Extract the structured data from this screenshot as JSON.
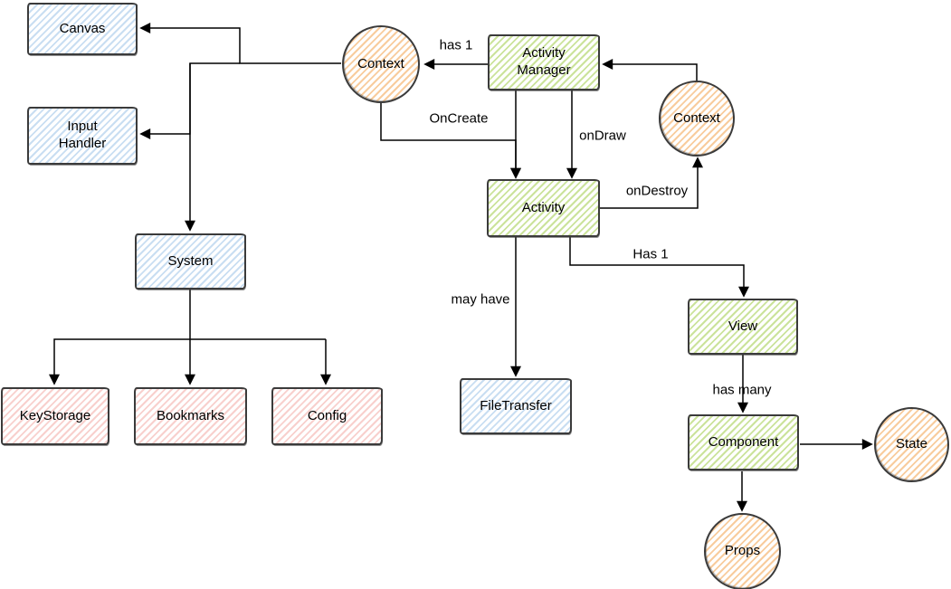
{
  "diagram": {
    "nodes": {
      "canvas": {
        "label": "Canvas",
        "shape": "rectangle",
        "fill": "blue"
      },
      "input_handler": {
        "label": "Input\nHandler",
        "shape": "rectangle",
        "fill": "blue"
      },
      "system": {
        "label": "System",
        "shape": "rectangle",
        "fill": "blue"
      },
      "keystorage": {
        "label": "KeyStorage",
        "shape": "rectangle",
        "fill": "red"
      },
      "bookmarks": {
        "label": "Bookmarks",
        "shape": "rectangle",
        "fill": "red"
      },
      "config": {
        "label": "Config",
        "shape": "rectangle",
        "fill": "red"
      },
      "context_left": {
        "label": "Context",
        "shape": "circle",
        "fill": "orange"
      },
      "context_right": {
        "label": "Context",
        "shape": "circle",
        "fill": "orange"
      },
      "activity_manager": {
        "label": "Activity\nManager",
        "shape": "rectangle",
        "fill": "green"
      },
      "activity": {
        "label": "Activity",
        "shape": "rectangle",
        "fill": "green"
      },
      "filetransfer": {
        "label": "FileTransfer",
        "shape": "rectangle",
        "fill": "blue"
      },
      "view": {
        "label": "View",
        "shape": "rectangle",
        "fill": "green"
      },
      "component": {
        "label": "Component",
        "shape": "rectangle",
        "fill": "green"
      },
      "state": {
        "label": "State",
        "shape": "circle",
        "fill": "orange"
      },
      "props": {
        "label": "Props",
        "shape": "circle",
        "fill": "orange"
      }
    },
    "edge_labels": {
      "has_1_context": "has 1",
      "on_create": "OnCreate",
      "on_draw": "onDraw",
      "on_destroy": "onDestroy",
      "may_have": "may have",
      "has_1_view": "Has 1",
      "has_many": "has many"
    },
    "edges": [
      {
        "from": "activity_manager",
        "to": "context_left",
        "label": "has 1"
      },
      {
        "from": "context_right",
        "to": "activity_manager",
        "label": ""
      },
      {
        "from": "context_left",
        "to": "activity",
        "label": "OnCreate"
      },
      {
        "from": "activity_manager",
        "to": "activity",
        "label": ""
      },
      {
        "from": "activity_manager",
        "to": "activity",
        "label": "onDraw"
      },
      {
        "from": "activity",
        "to": "context_right",
        "label": "onDestroy"
      },
      {
        "from": "activity",
        "to": "filetransfer",
        "label": "may have"
      },
      {
        "from": "activity",
        "to": "view",
        "label": "Has 1"
      },
      {
        "from": "view",
        "to": "component",
        "label": "has many"
      },
      {
        "from": "component",
        "to": "state",
        "label": ""
      },
      {
        "from": "component",
        "to": "props",
        "label": ""
      },
      {
        "from": "context_left",
        "to": "canvas",
        "label": ""
      },
      {
        "from": "context_left",
        "to": "input_handler",
        "label": ""
      },
      {
        "from": "context_left",
        "to": "system",
        "label": ""
      },
      {
        "from": "system",
        "to": "keystorage",
        "label": ""
      },
      {
        "from": "system",
        "to": "bookmarks",
        "label": ""
      },
      {
        "from": "system",
        "to": "config",
        "label": ""
      }
    ],
    "colors": {
      "blue_fill": "#c9def2",
      "green_fill": "#cbe39b",
      "red_fill": "#f8d0cd",
      "orange_fill": "#f8cc9d",
      "shape_stroke": "#3b3b3b",
      "edge_stroke": "#000000",
      "text": "#000000",
      "background": "#ffffff"
    }
  }
}
